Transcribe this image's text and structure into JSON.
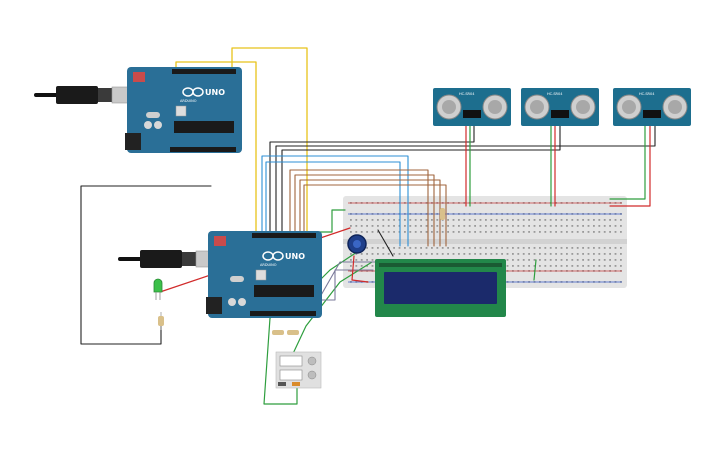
{
  "canvas": {
    "background": "#ffffff"
  },
  "colors": {
    "arduino_board": "#2a6f97",
    "arduino_dark": "#1f5877",
    "sensor_board": "#1d6e8e",
    "breadboard": "#e4e4e4",
    "lcd_frame": "#22874a",
    "lcd_screen": "#1b2a6b",
    "wire_yellow": "#e8c21a",
    "wire_black": "#222222",
    "wire_blue": "#2c8fd6",
    "wire_brown": "#a0643c",
    "wire_red": "#d12b2b",
    "wire_green": "#2e9e3e",
    "wire_gray": "#7a7a9a"
  },
  "arduino_top": {
    "logo": "UNO",
    "model": "ARDUINO"
  },
  "arduino_main": {
    "logo": "UNO",
    "model": "ARDUINO"
  },
  "usb_top": {
    "icon": "usb-cable-icon"
  },
  "usb_main": {
    "icon": "usb-cable-icon"
  },
  "sensors": [
    {
      "label": "HC-SR04"
    },
    {
      "label": "HC-SR04"
    },
    {
      "label": "HC-SR04"
    }
  ],
  "lcd": {
    "text": ""
  },
  "potentiometer": {
    "icon": "knob-icon"
  },
  "led": {
    "icon": "led-icon"
  },
  "pushbuttons": {
    "icon": "pushbutton-icon"
  }
}
